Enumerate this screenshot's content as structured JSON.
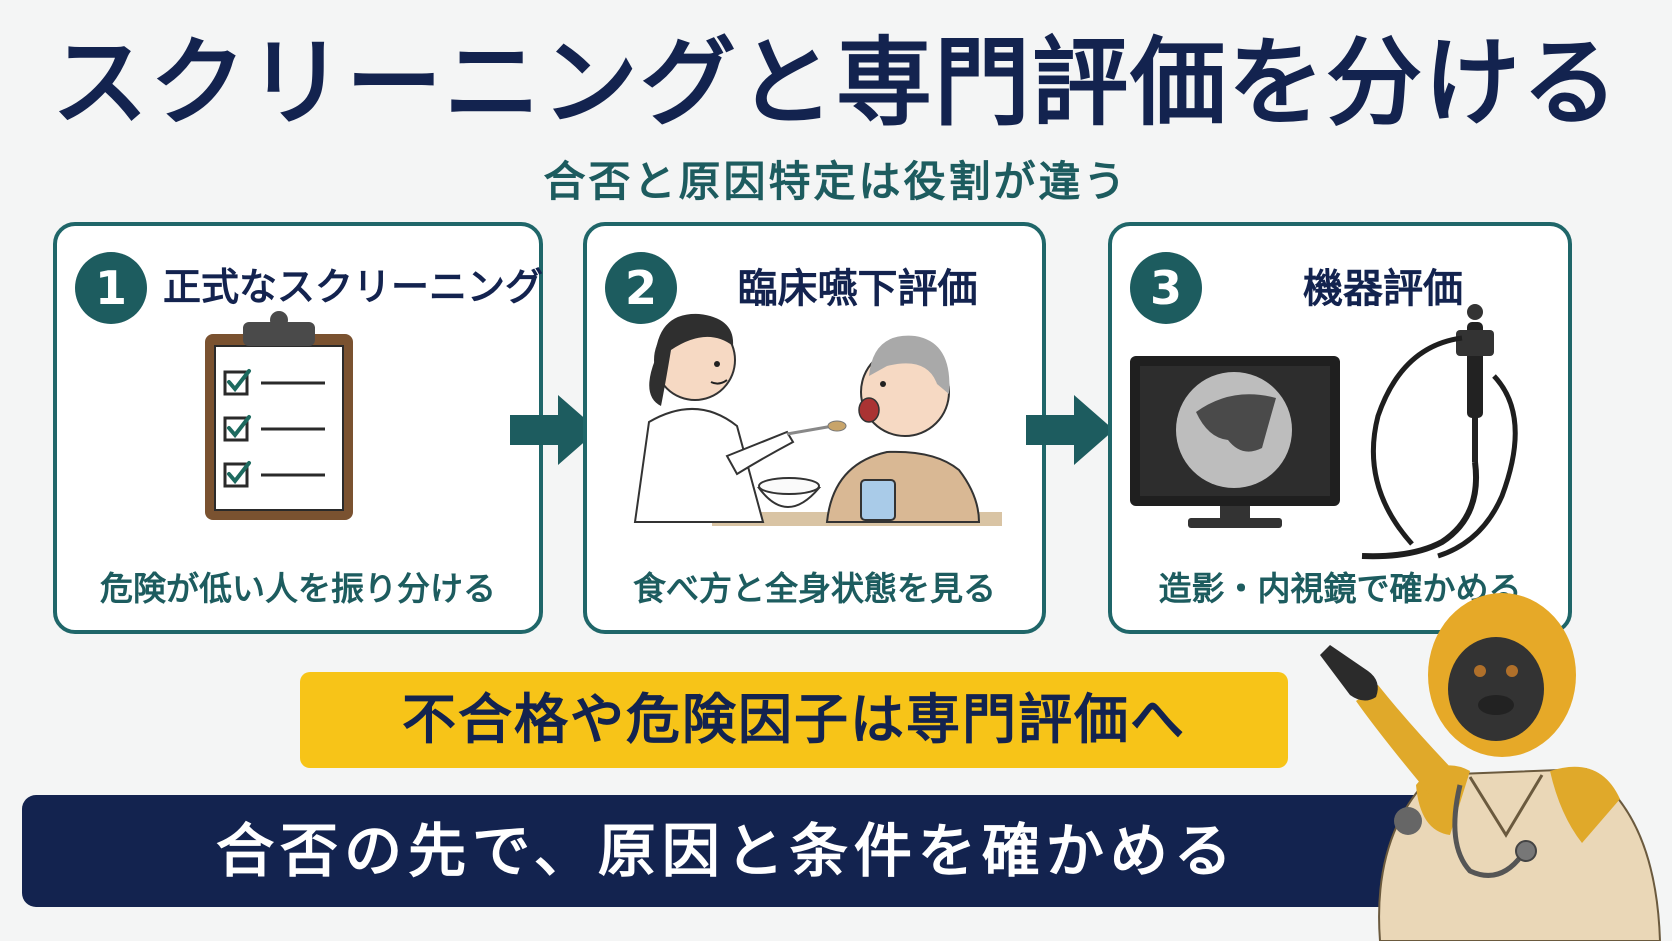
{
  "title": "スクリーニングと専門評価を分ける",
  "subtitle": "合否と原因特定は役割が違う",
  "steps": [
    {
      "number": "1",
      "title": "正式なスクリーニング",
      "caption": "危険が低い人を振り分ける",
      "icon": "clipboard-checklist-icon"
    },
    {
      "number": "2",
      "title": "臨床嚥下評価",
      "caption": "食べ方と全身状態を見る",
      "icon": "nurse-feeding-patient-illustration"
    },
    {
      "number": "3",
      "title": "機器評価",
      "caption": "造影・内視鏡で確かめる",
      "icon": "monitor-endoscope-illustration"
    }
  ],
  "callout": "不合格や危険因子は専門評価へ",
  "banner": "合否の先で、原因と条件を確かめる",
  "colors": {
    "navy": "#13234f",
    "teal": "#1d5c5f",
    "yellow": "#f7c418",
    "card_border": "#1f6669"
  }
}
